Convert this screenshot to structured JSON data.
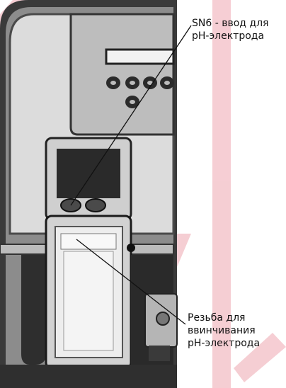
{
  "callouts": {
    "top": {
      "line1": "SN6 - ввод для",
      "line2": "pH-электрода"
    },
    "bottom": {
      "line1": "Резьба для",
      "line2": "ввинчивания",
      "line3": "pH-электрода"
    }
  },
  "colors": {
    "device_dark": "#2b2b2b",
    "device_mid": "#9a9a9a",
    "device_light": "#e6e6e6",
    "watermark": "#f4c6cc",
    "leader_line": "#111111"
  }
}
